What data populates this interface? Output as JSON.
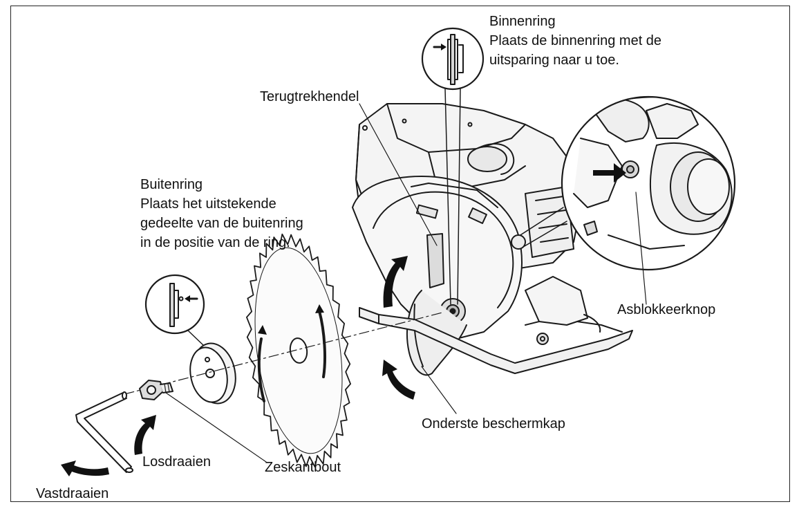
{
  "labels": {
    "binnenring_title": "Binnenring",
    "binnenring_line1": "Plaats de binnenring met de",
    "binnenring_line2": "uitsparing naar u toe.",
    "terugtrekhendel": "Terugtrekhendel",
    "buitenring_title": "Buitenring",
    "buitenring_line1": "Plaats het uitstekende",
    "buitenring_line2": "gedeelte van de buitenring",
    "buitenring_line3": "in de positie van de ring.",
    "asblokkeerknop": "Asblokkeerknop",
    "onderste_beschermkap": "Onderste beschermkap",
    "zeskantbout": "Zeskantbout",
    "losdraaien": "Losdraaien",
    "vastdraaien": "Vastdraaien"
  },
  "colors": {
    "line": "#1a1a1a",
    "fill_light": "#f2f2f2",
    "fill_mid": "#d9d9d9",
    "arrow": "#111111"
  }
}
